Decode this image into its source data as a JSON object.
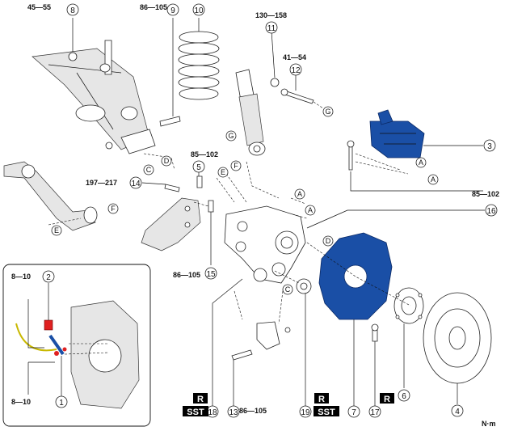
{
  "torques": {
    "t8": "45—55",
    "t9": "86—105",
    "t11": "130—158",
    "t12": "41—54",
    "t5": "85—102",
    "t14": "197—217",
    "t3": "85—102",
    "t15": "86—105",
    "t13": "86—105",
    "inset_top": "8—10",
    "inset_bottom": "8—10"
  },
  "callouts": {
    "c1": "1",
    "c2": "2",
    "c3": "3",
    "c4": "4",
    "c5": "5",
    "c6": "6",
    "c7": "7",
    "c8": "8",
    "c9": "9",
    "c10": "10",
    "c11": "11",
    "c12": "12",
    "c13": "13",
    "c14": "14",
    "c15": "15",
    "c16": "16",
    "c17": "17",
    "c18": "18",
    "c19": "19"
  },
  "letters": {
    "A": "A",
    "C": "C",
    "D": "D",
    "E": "E",
    "F": "F",
    "G": "G"
  },
  "badges": {
    "r": "R",
    "sst": "SST"
  },
  "unit": "N·m",
  "colors": {
    "highlight_blue": "#1a4fa6",
    "highlight_red": "#e02020",
    "line": "#111111"
  }
}
